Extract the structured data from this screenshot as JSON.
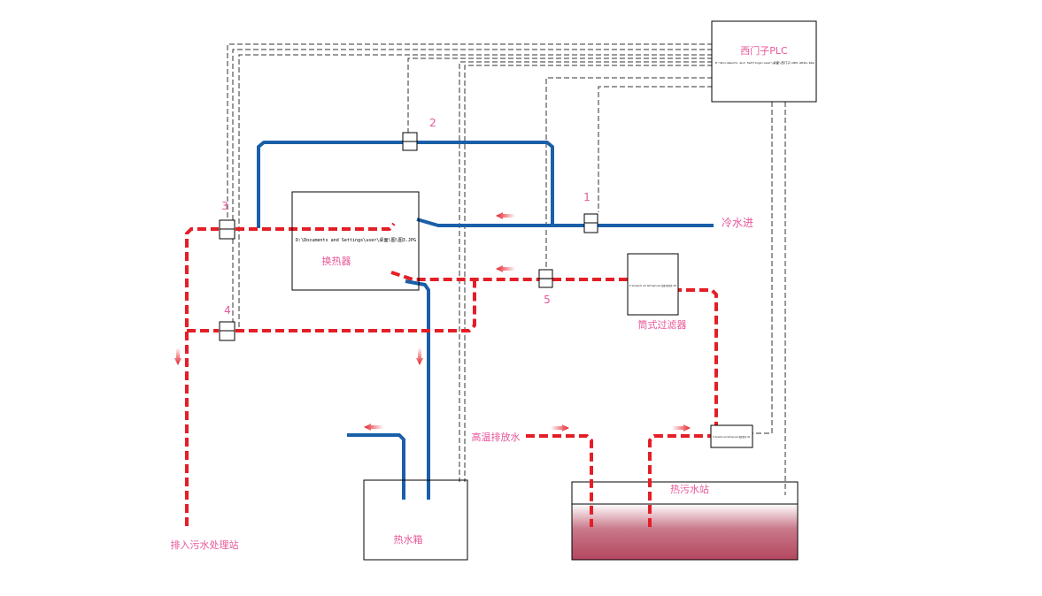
{
  "labels": {
    "plc": "西门子PLC",
    "plc_path": "D:\\Documents and Settings\\user\\桌面\\西门子\\AKV-AK2A.bmp",
    "heat_exchanger": "换热器",
    "heat_exchanger_path": "D:\\Documents and Settings\\user\\桌面\\图\\图3.JPG",
    "cold_water_in": "冷水进",
    "filter": "筒式过滤器",
    "filter_path": "D:\\Documents and Settings\\user\\桌面\\图\\筒式.JPG",
    "high_temp_drain": "高温排放水",
    "hot_sewage_station": "热污水站",
    "hot_water_tank": "热水箱",
    "discharge": "排入污水处理站",
    "pump_path": "D:\\Documents and Settings\\user\\桌面\\图\\泵.JPG",
    "valve_small_path": "D:\\Documents and Settings\\user\\桌面\\图\\阀.JPG"
  },
  "valves": [
    "1",
    "2",
    "3",
    "4",
    "5"
  ],
  "colors": {
    "cold_pipe": "#1a5fa8",
    "hot_pipe": "#e41e26",
    "label": "#e8569a",
    "tank_fill": "#b3475f"
  }
}
